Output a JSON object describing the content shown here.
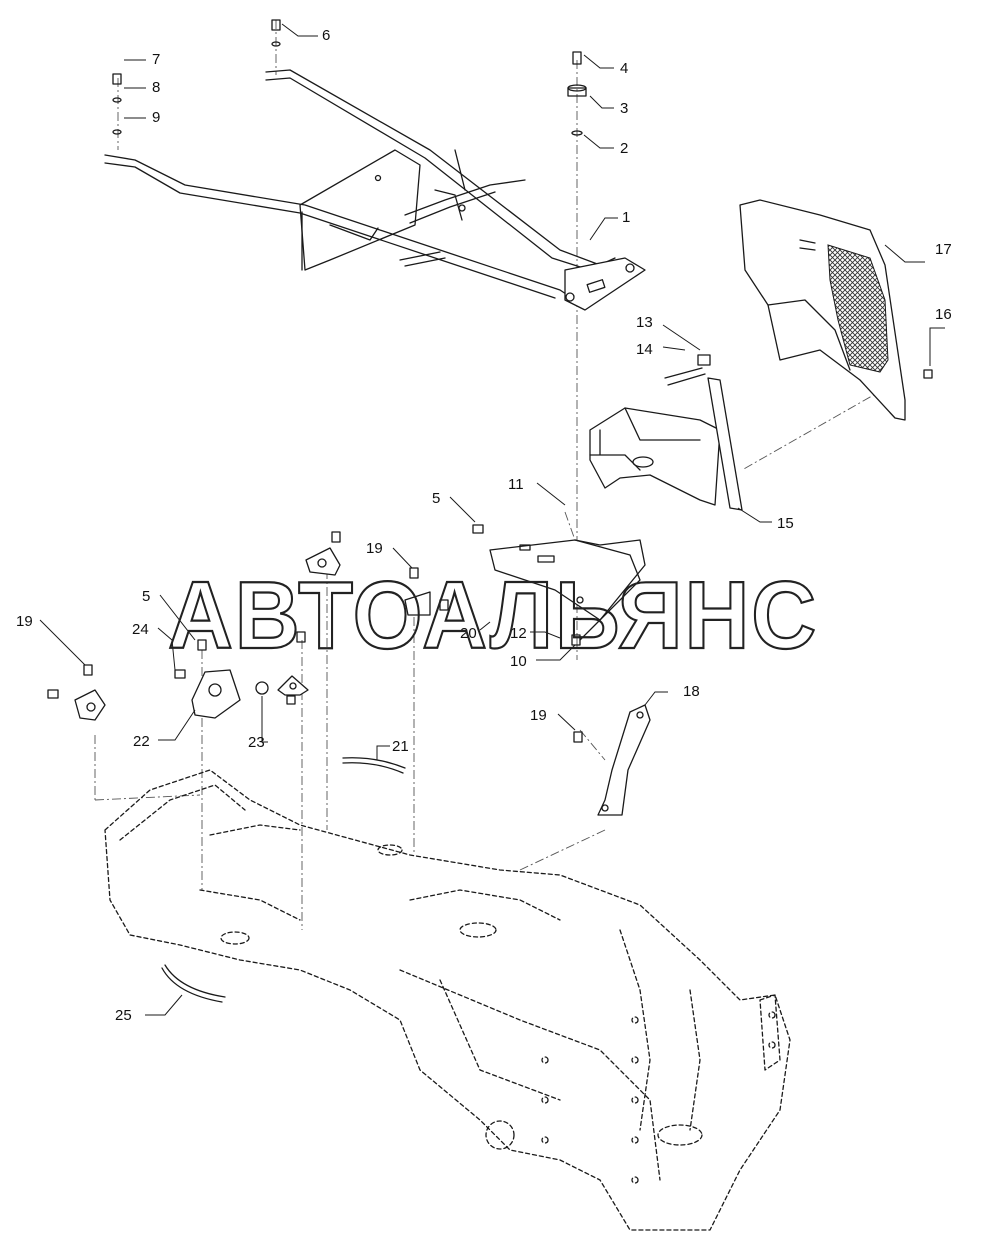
{
  "watermark": "АВТОАЛЬЯНС",
  "callouts": [
    {
      "id": "c6",
      "label": "6"
    },
    {
      "id": "c7",
      "label": "7"
    },
    {
      "id": "c8",
      "label": "8"
    },
    {
      "id": "c9",
      "label": "9"
    },
    {
      "id": "c4",
      "label": "4"
    },
    {
      "id": "c3",
      "label": "3"
    },
    {
      "id": "c2",
      "label": "2"
    },
    {
      "id": "c1",
      "label": "1"
    },
    {
      "id": "c17",
      "label": "17"
    },
    {
      "id": "c16",
      "label": "16"
    },
    {
      "id": "c13",
      "label": "13"
    },
    {
      "id": "c14",
      "label": "14"
    },
    {
      "id": "c15",
      "label": "15"
    },
    {
      "id": "c11",
      "label": "11"
    },
    {
      "id": "c5a",
      "label": "5"
    },
    {
      "id": "c19a",
      "label": "19"
    },
    {
      "id": "c5b",
      "label": "5"
    },
    {
      "id": "c24",
      "label": "24"
    },
    {
      "id": "c19b",
      "label": "19"
    },
    {
      "id": "c20",
      "label": "20"
    },
    {
      "id": "c12",
      "label": "12"
    },
    {
      "id": "c10",
      "label": "10"
    },
    {
      "id": "c22",
      "label": "22"
    },
    {
      "id": "c23",
      "label": "23"
    },
    {
      "id": "c21",
      "label": "21"
    },
    {
      "id": "c18",
      "label": "18"
    },
    {
      "id": "c19c",
      "label": "19"
    },
    {
      "id": "c25",
      "label": "25"
    }
  ]
}
